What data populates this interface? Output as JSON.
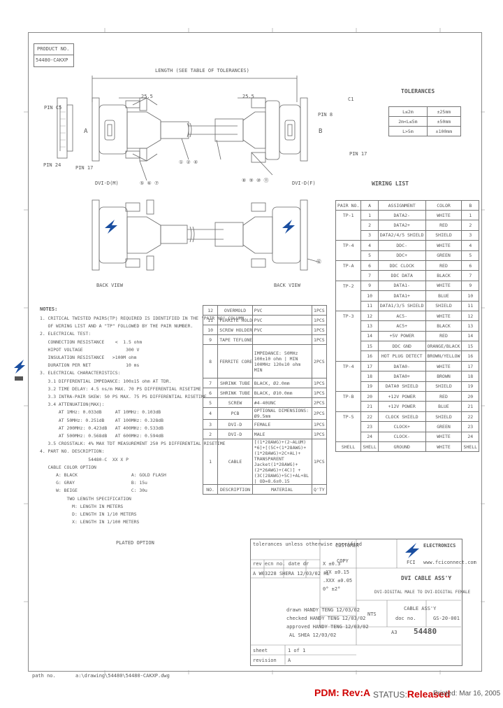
{
  "product": {
    "label": "PRODUCT NO.",
    "number": "54480-CAKXP"
  },
  "length_label": "LENGTH (SEE TABLE OF TOLERANCES)",
  "dim_a": "25.5",
  "dim_b": "25.5",
  "end_a": {
    "letter": "A",
    "connector": "DVI-D(M)",
    "pin_top": "PIN C5",
    "pin_bottom": "PIN 17",
    "pin_side": "PIN 24"
  },
  "end_b": {
    "letter": "B",
    "connector": "DVI-D(F)",
    "pin_top": "PIN 8",
    "pin_bottom": "PIN 17",
    "pin_side": "C1"
  },
  "callouts": {
    "c1": "① ② ④",
    "c2": "⑤ ⑥ ⑦",
    "c3": "⑧ ⑨ ⑩ ⑪",
    "c4": "⑫"
  },
  "back_view_left": "BACK VIEW",
  "back_view_right": "BACK VIEW",
  "tolerances": {
    "title": "TOLERANCES",
    "rows": [
      [
        "L≤2m",
        "±25mm"
      ],
      [
        "2m<L≤5m",
        "±50mm"
      ],
      [
        "L>5m",
        "±100mm"
      ]
    ]
  },
  "wiring": {
    "title": "WIRING LIST",
    "headers": [
      "PAIR NO.",
      "A",
      "ASSIGNMENT",
      "COLOR",
      "B"
    ],
    "rows": [
      [
        "TP-1",
        "1",
        "DATA2-",
        "WHITE",
        "1"
      ],
      [
        "",
        "2",
        "DATA2+",
        "RED",
        "2"
      ],
      [
        "",
        "3",
        "DATA2/4/5 SHIELD",
        "SHIELD",
        "3"
      ],
      [
        "TP-4",
        "4",
        "DDC-",
        "WHITE",
        "4"
      ],
      [
        "",
        "5",
        "DDC+",
        "GREEN",
        "5"
      ],
      [
        "TP-A",
        "6",
        "DDC CLOCK",
        "RED",
        "6"
      ],
      [
        "",
        "7",
        "DDC DATA",
        "BLACK",
        "7"
      ],
      [
        "TP-2",
        "9",
        "DATA1-",
        "WHITE",
        "9"
      ],
      [
        "",
        "10",
        "DATA1+",
        "BLUE",
        "10"
      ],
      [
        "",
        "11",
        "DATA1/3/5 SHIELD",
        "SHIELD",
        "11"
      ],
      [
        "TP-3",
        "12",
        "AC5-",
        "WHITE",
        "12"
      ],
      [
        "",
        "13",
        "AC5+",
        "BLACK",
        "13"
      ],
      [
        "",
        "14",
        "+5V POWER",
        "RED",
        "14"
      ],
      [
        "",
        "15",
        "DDC GND",
        "ORANGE/BLACK",
        "15"
      ],
      [
        "",
        "16",
        "HOT PLUG DETECT",
        "BROWN/YELLOW",
        "16"
      ],
      [
        "TP-4",
        "17",
        "DATA0-",
        "WHITE",
        "17"
      ],
      [
        "",
        "18",
        "DATA0+",
        "BROWN",
        "18"
      ],
      [
        "",
        "19",
        "DATA0 SHIELD",
        "SHIELD",
        "19"
      ],
      [
        "TP-B",
        "20",
        "+12V POWER",
        "RED",
        "20"
      ],
      [
        "",
        "21",
        "+12V POWER",
        "BLUE",
        "21"
      ],
      [
        "TP-5",
        "22",
        "CLOCK SHIELD",
        "SHIELD",
        "22"
      ],
      [
        "",
        "23",
        "CLOCK+",
        "GREEN",
        "23"
      ],
      [
        "",
        "24",
        "CLOCK-",
        "WHITE",
        "24"
      ],
      [
        "SHELL",
        "SHELL",
        "GROUND",
        "WHITE",
        "SHELL"
      ]
    ]
  },
  "notes": {
    "title": "NOTES:",
    "lines": [
      "1. CRITICAL TWISTED PAIRS(TP) REQUIRED IS IDENTIFIED IN THE \"PAIR NO\" COLUMN",
      "   OF WIRING LIST AND A \"TP\" FOLLOWED BY THE PAIR NUMBER.",
      "2. ELECTRICAL TEST:",
      "   CONNECTION RESISTANCE    <  1.5 ohm",
      "   HIPOT VOLTAGE                300 V",
      "   INSULATION RESISTANCE   >100M ohm",
      "   DURATION PER NET             10 ms",
      "3. ELECTRICAL CHARACTERISTICS:",
      "   3.1 DIFFERENTIAL IMPEDANCE: 100±15 ohm AT TDR.",
      "   3.2 TIME DELAY: 4.5 ns/m MAX. 70 PS DIFFERENTIAL RISETIME",
      "   3.3 INTRA-PAIR SKEW: 50 PS MAX. 75 PS DIFFERENTIAL RISETIME",
      "   3.4 ATTENUATION(MAX):",
      "       AT 1MHz: 0.033dB     AT 10MHz: 0.103dB",
      "       AT 50MHz: 0.251dB    AT 100MHz: 0.328dB",
      "       AT 200MHz: 0.423dB   AT 400MHz: 0.533dB",
      "       AT 500MHz: 0.568dB   AT 600MHz: 0.594dB",
      "   3.5 CROSSTALK: 4% MAX TDT MEASUREMENT 250 PS DIFFERENTIAL RISETIME",
      "4. PART NO. DESCRIPTION:",
      "                  54480-C  XX X P",
      "   CABLE COLOR OPTION",
      "      A: BLACK                    A: GOLD FLASH",
      "      G: GRAY                     B: 15u",
      "      W: BEIGE                    C: 30u",
      "",
      "          TWO LENGTH SPECIFICATION",
      "            M: LENGTH IN METERS",
      "            D: LENGTH IN 1/10 METERS",
      "            X: LENGTH IN 1/100 METERS"
    ],
    "plated_option": "PLATED OPTION"
  },
  "bom": {
    "headers": [
      "NO.",
      "DESCRIPTION",
      "MATERIAL",
      "Q'TY"
    ],
    "rows": [
      [
        "12",
        "OVERMOLD",
        "PVC",
        "1PCS"
      ],
      [
        "11",
        "FERRITE HOLDER",
        "PVC",
        "1PCS"
      ],
      [
        "10",
        "SCREW HOLDER",
        "PVC",
        "1PCS"
      ],
      [
        "9",
        "TAPE TEFLONE",
        "",
        "1PCS"
      ],
      [
        "8",
        "FERRITE CORE",
        "IMPEDANCE: 50MHz 100±10 ohm | MIN 100MHz 120±10 ohm MIN",
        "2PCS"
      ],
      [
        "7",
        "SHRINK TUBE",
        "BLACK, Ø2.0mm",
        "1PCS"
      ],
      [
        "6",
        "SHRINK TUBE",
        "BLACK, Ø10.0mm",
        "1PCS"
      ],
      [
        "5",
        "SCREW",
        "#4-40UNC",
        "2PCS"
      ],
      [
        "4",
        "PCB",
        "OPTIONAL DIMENSIONS: Ø9.5mm",
        "2PCS"
      ],
      [
        "3",
        "DVI-D",
        "FEMALE",
        "1PCS"
      ],
      [
        "2",
        "DVI-D",
        "MALE",
        "1PCS"
      ],
      [
        "1",
        "CABLE",
        "[(1*28AWG)+(2~ALUM) *6]+[(5C+(1*28AWG)+(1*28AWG)+2C+AL)+ TRANSPARENT Jacket(1*28AWG)+(2*26AWG)+(4C)] +(3C(28AWG)+5C)+AL+8L | OD=8.6±0.15",
        "1PCS"
      ]
    ]
  },
  "title_block": {
    "company": "FCI",
    "company_sub": "ELECTRONICS",
    "web": "www.fciconnect.com",
    "customer_label": "CUSTOMER",
    "customer_value": "COPY",
    "title1": "DVI CABLE ASS'Y",
    "title2": "DVI-DIGITAL MALE TO DVI-DIGITAL FEMALE",
    "tol_note": "tolerances unless otherwise specified",
    "tol_values": [
      "X  ±0.3",
      ".XX  ±0.15",
      ".XXX  ±0.05",
      "0°  ±2°"
    ],
    "rev_table_headers": [
      "rev",
      "ecn no.",
      "date",
      "dr"
    ],
    "rev_row": [
      "A",
      "W03228",
      "SHERA 12/03/02",
      "RL"
    ],
    "approvals": [
      [
        "drawn",
        "HANDY TENG",
        "12/03/02"
      ],
      [
        "checked",
        "HANDY TENG",
        "12/03/02"
      ],
      [
        "approved",
        "HANDY TENG",
        "12/03/02"
      ],
      [
        "",
        "AL SHEA",
        "12/03/02"
      ]
    ],
    "product_family": "CABLE ASS'Y",
    "scale": "NTS",
    "dwg_no": "54480",
    "doc_no_label": "doc no.",
    "doc_no": "GS-20-001",
    "size": "A3",
    "sheet_label": "sheet",
    "sheet": "1 of 1",
    "rev_label": "revision",
    "rev": "A"
  },
  "path_label": "path no.",
  "path": "a:\\drawing\\54480\\54480-CAKXP.dwg",
  "footer": {
    "pdm": "PDM: Rev:A",
    "status_label": "STATUS:",
    "status": "Released",
    "printed": "Printed: Mar 16, 2005"
  }
}
